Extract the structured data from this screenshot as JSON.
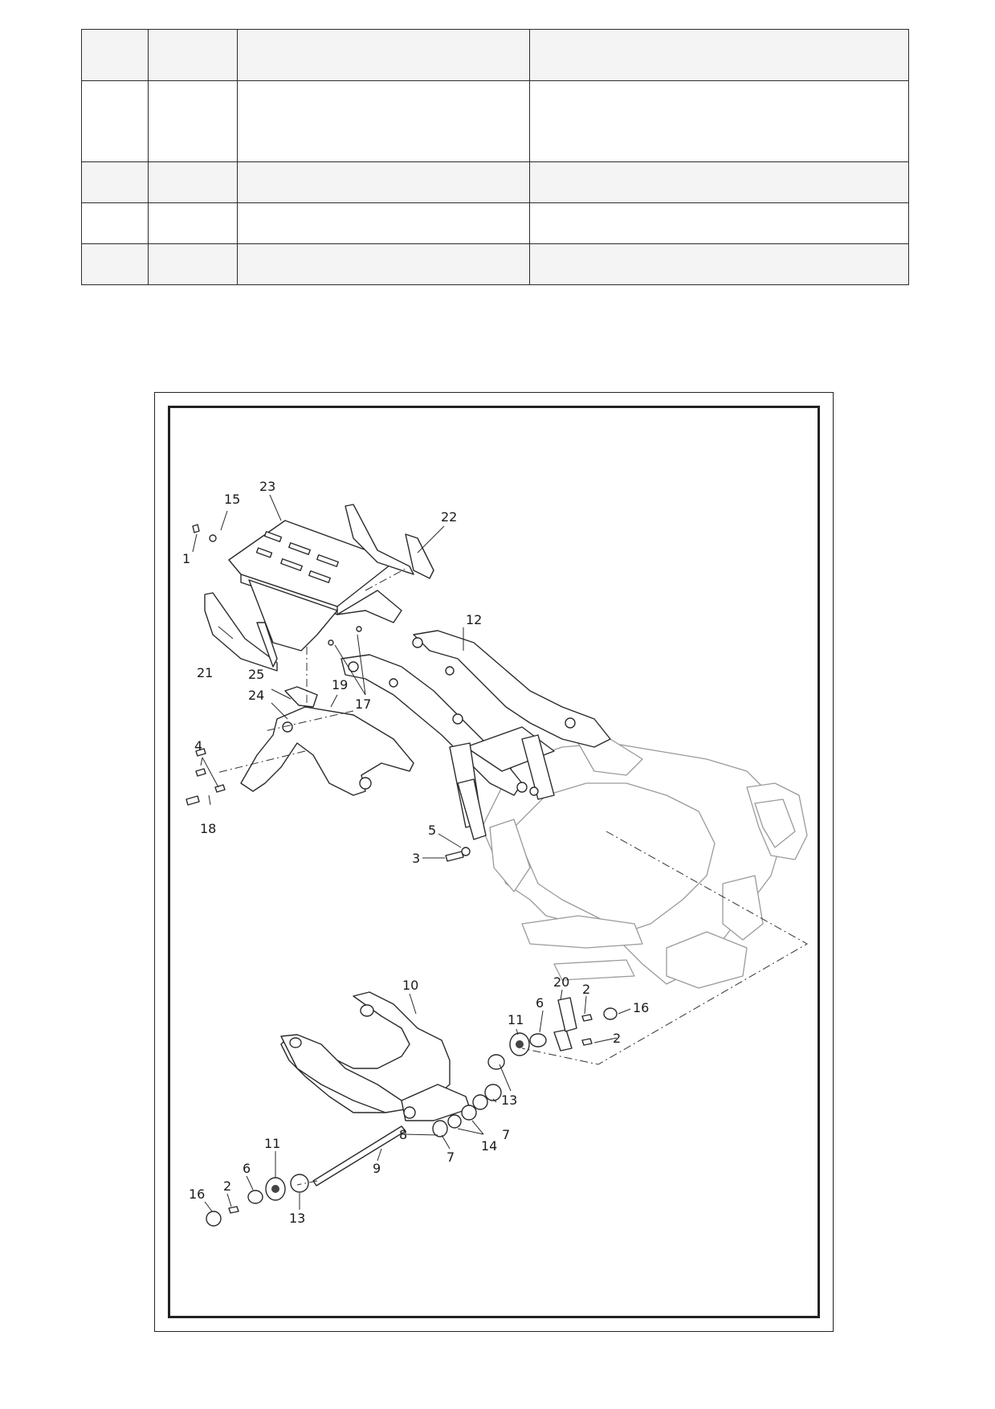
{
  "table": {
    "rows": [
      [
        "",
        "",
        "",
        ""
      ],
      [
        "",
        "",
        "",
        ""
      ],
      [
        "",
        "",
        "",
        ""
      ],
      [
        "",
        "",
        "",
        ""
      ],
      [
        "",
        "",
        "",
        ""
      ]
    ]
  },
  "diagram": {
    "callouts": {
      "c1": "1",
      "c2a": "2",
      "c2b": "2",
      "c2c": "2",
      "c3": "3",
      "c4": "4",
      "c5": "5",
      "c6a": "6",
      "c6b": "6",
      "c7a": "7",
      "c7b": "7",
      "c8": "8",
      "c9": "9",
      "c10": "10",
      "c11a": "11",
      "c11b": "11",
      "c12": "12",
      "c13a": "13",
      "c13b": "13",
      "c14": "14",
      "c15": "15",
      "c16a": "16",
      "c16b": "16",
      "c17": "17",
      "c18": "18",
      "c19": "19",
      "c20": "20",
      "c21": "21",
      "c22": "22",
      "c23": "23",
      "c24": "24",
      "c25": "25"
    }
  }
}
